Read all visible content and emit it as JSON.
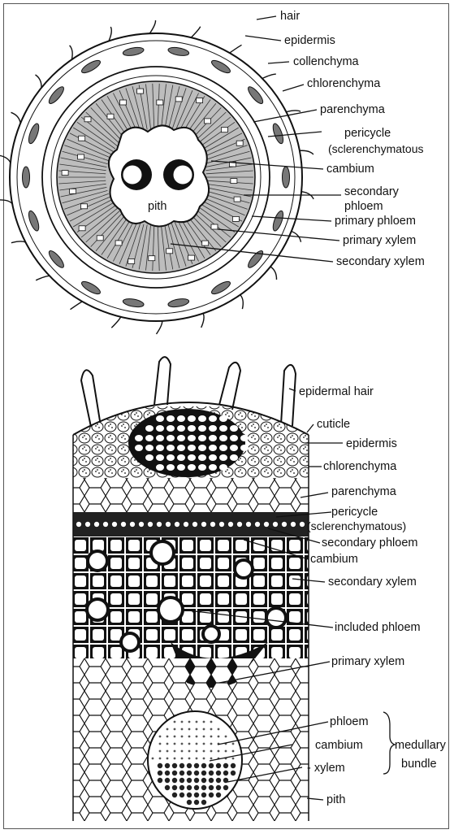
{
  "top_section": {
    "center_label": "pith",
    "labels": {
      "hair": "hair",
      "epidermis": "epidermis",
      "collenchyma": "collenchyma",
      "chlorenchyma": "chlorenchyma",
      "parenchyma": "parenchyma",
      "pericycle_1": "pericycle",
      "pericycle_2": "(sclerenchymatous",
      "cambium": "cambium",
      "secondary_phloem_1": "secondary",
      "secondary_phloem_2": "phloem",
      "primary_phloem": "primary phloem",
      "primary_xylem": "primary xylem",
      "secondary_xylem": "secondary xylem"
    }
  },
  "bottom_section": {
    "labels": {
      "epidermal_hair": "epidermal hair",
      "cuticle": "cuticle",
      "epidermis": "epidermis",
      "chlorenchyma": "chlorenchyma",
      "parenchyma": "parenchyma",
      "pericycle_1": "pericycle",
      "pericycle_2": "(sclerenchymatous)",
      "secondary_phloem": "secondary phloem",
      "cambium": "cambium",
      "secondary_xylem": "secondary xylem",
      "included_phloem": "included phloem",
      "primary_xylem": "primary xylem",
      "phloem": "phloem",
      "cambium_2": "cambium",
      "xylem": "- xylem",
      "medullary": "medullary",
      "bundle": "bundle",
      "pith": "pith"
    }
  }
}
